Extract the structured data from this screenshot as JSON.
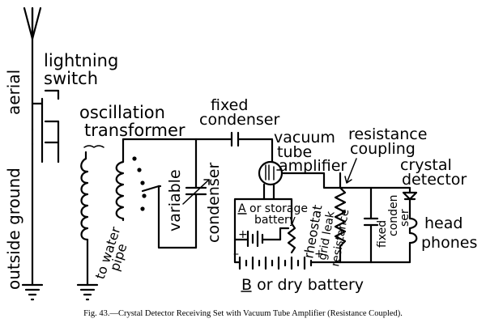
{
  "labels": {
    "aerial": "aerial",
    "outside_ground": "outside ground",
    "lightning_switch_1": "lightning",
    "lightning_switch_2": "switch",
    "oscillation_1": "oscillation",
    "oscillation_2": "transformer",
    "fixed_condenser_1": "fixed",
    "fixed_condenser_2": "condenser",
    "vacuum_1": "vacuum",
    "vacuum_2": "tube",
    "vacuum_3": "amplifier",
    "resistance_coupling_1": "resistance",
    "resistance_coupling_2": "coupling",
    "crystal_detector_1": "crystal",
    "crystal_detector_2": "detector",
    "variable": "variable",
    "condenser": "condenser",
    "a_battery_1": "A or storage",
    "a_battery_2": "battery",
    "rheostat": "rheostat",
    "grid_leak_1": "grid leak",
    "grid_leak_2": "resistance",
    "fixed_condenser_small_1": "fixed",
    "fixed_condenser_small_2": "conden",
    "fixed_condenser_small_3": "ser",
    "head_1": "head",
    "head_2": "phones",
    "water_pipe_1": "to water",
    "water_pipe_2": "pipe",
    "b_battery": "B or dry battery"
  },
  "caption": "Fig. 43.—Crystal Detector Receiving Set with Vacuum Tube Amplifier (Resistance Coupled)."
}
